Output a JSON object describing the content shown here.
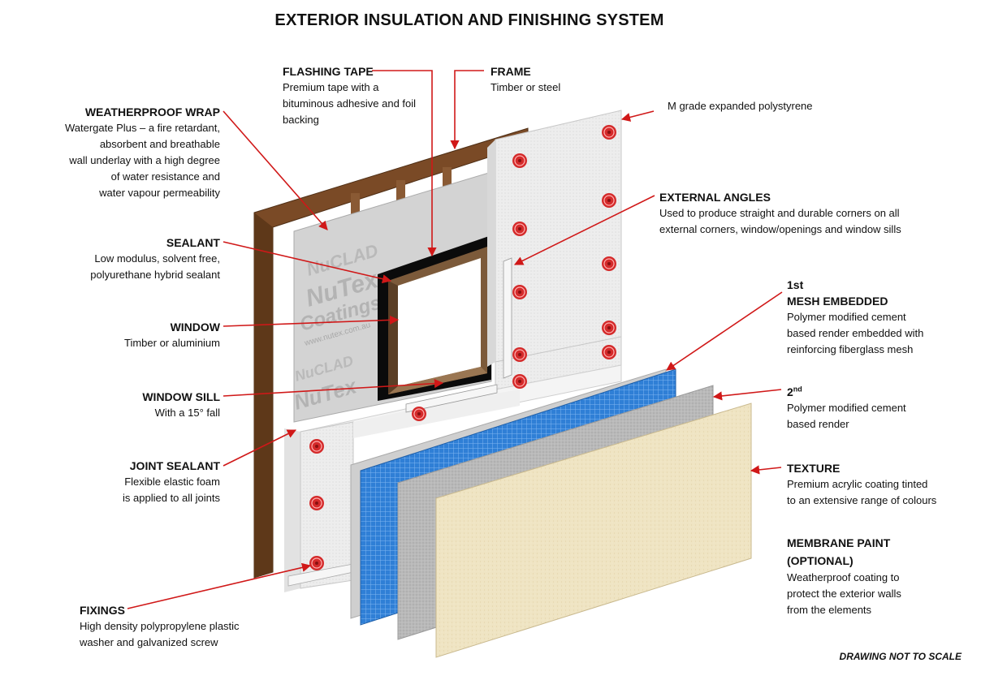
{
  "title": "EXTERIOR INSULATION AND FINISHING SYSTEM",
  "labels": {
    "flashing_tape": {
      "heading": "FLASHING TAPE",
      "desc": "Premium tape with a\nbituminous adhesive and foil\nbacking"
    },
    "frame": {
      "heading": "FRAME",
      "desc": "Timber or steel"
    },
    "eps": {
      "desc": "M grade expanded polystyrene"
    },
    "weatherproof_wrap": {
      "heading": "WEATHERPROOF WRAP",
      "desc": "Watergate Plus – a fire retardant,\nabsorbent and breathable\nwall underlay with a high degree\nof water resistance and\nwater vapour permeability"
    },
    "external_angles": {
      "heading": "EXTERNAL ANGLES",
      "desc": "Used to produce straight and durable corners on all\nexternal corners, window/openings and window sills"
    },
    "sealant": {
      "heading": "SEALANT",
      "desc": "Low modulus, solvent free,\npolyurethane hybrid sealant"
    },
    "mesh_embedded": {
      "heading_num": "1st",
      "heading": "MESH EMBEDDED",
      "desc": "Polymer modified cement\nbased render embedded with\nreinforcing fiberglass mesh"
    },
    "window": {
      "heading": "WINDOW",
      "desc": "Timber or aluminium"
    },
    "second_coat": {
      "heading_num": "2",
      "heading_sup": "nd",
      "desc": "Polymer modified cement\nbased render"
    },
    "window_sill": {
      "heading": "WINDOW SILL",
      "desc": "With a 15° fall"
    },
    "joint_sealant": {
      "heading": "JOINT SEALANT",
      "desc": "Flexible elastic foam\nis applied to all joints"
    },
    "texture": {
      "heading": "TEXTURE",
      "desc": "Premium acrylic coating tinted\nto an extensive range of colours"
    },
    "membrane_paint": {
      "heading": "MEMBRANE PAINT\n(OPTIONAL)",
      "desc": "Weatherproof coating to\nprotect the exterior walls\nfrom the elements"
    },
    "fixings": {
      "heading": "FIXINGS",
      "desc": "High density polypropylene plastic\nwasher and galvanized screw"
    }
  },
  "wrap_brand_text": [
    "NuCLAD",
    "NuTex",
    "Coatings",
    "www.nutex.com.au"
  ],
  "note": "DRAWING NOT TO SCALE",
  "colors": {
    "timber": "#7a4a26",
    "eps": "#e9e9e9",
    "wrap": "#cfcfcf",
    "flashing": "#0b0b0b",
    "mesh": "#2f7fd6",
    "render": "#b9b9b9",
    "texture": "#efe4c3",
    "fixing": "#d42a2a",
    "arrow": "#d01818"
  }
}
